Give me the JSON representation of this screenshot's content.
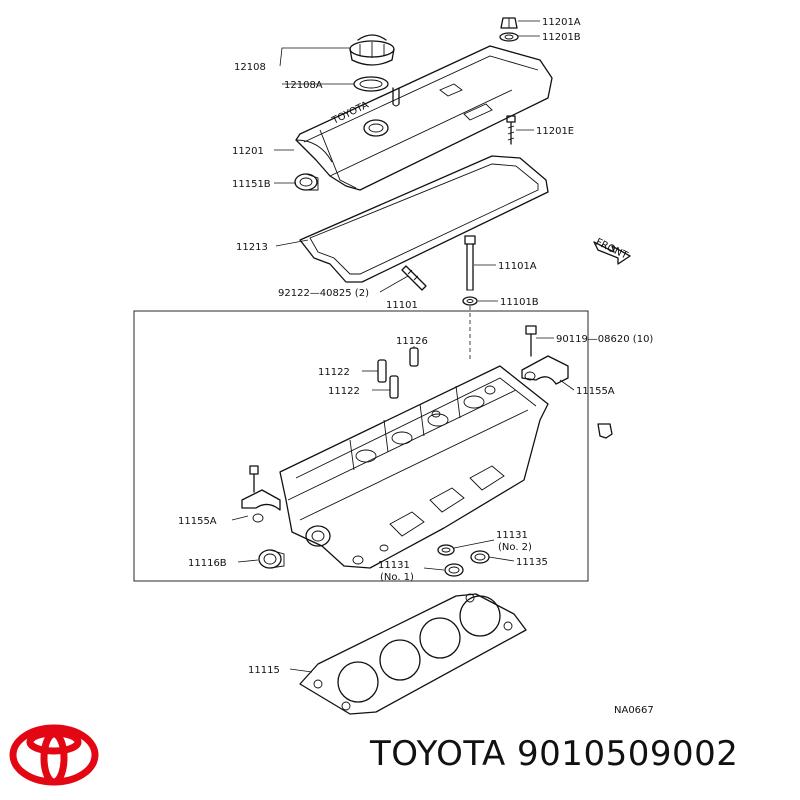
{
  "colors": {
    "logo": "#e30613",
    "ink": "#111111",
    "background": "#ffffff"
  },
  "icons": {
    "brand_logo": "toyota-ellipses-logo-icon",
    "front_arrow": "front-arrow-icon"
  },
  "diagram": {
    "front_marker": "FRONT",
    "figure_code": "NA0667",
    "labels": {
      "p11201A": "11201A",
      "p11201B": "11201B",
      "p12108": "12108",
      "p12108A": "12108A",
      "p11201E": "11201E",
      "p11201": "11201",
      "p11151B": "11151B",
      "p11213": "11213",
      "p11101A": "11101A",
      "p92122": "92122—40825 (2)",
      "p11101B": "11101B",
      "p11101": "11101",
      "p90119": "90119—08620 (10)",
      "p11126": "11126",
      "p11122a": "11122",
      "p11122b": "11122",
      "p11155Ar": "11155A",
      "p11155Al": "11155A",
      "p11131a": "11131",
      "p11131a_no": "(No. 2)",
      "p11135": "11135",
      "p11116B": "11116B",
      "p11131b": "11131",
      "p11131b_no": "(No. 1)",
      "p11115": "11115"
    }
  },
  "footer": {
    "brand": "TOYOTA",
    "part_number": "9010509002"
  }
}
